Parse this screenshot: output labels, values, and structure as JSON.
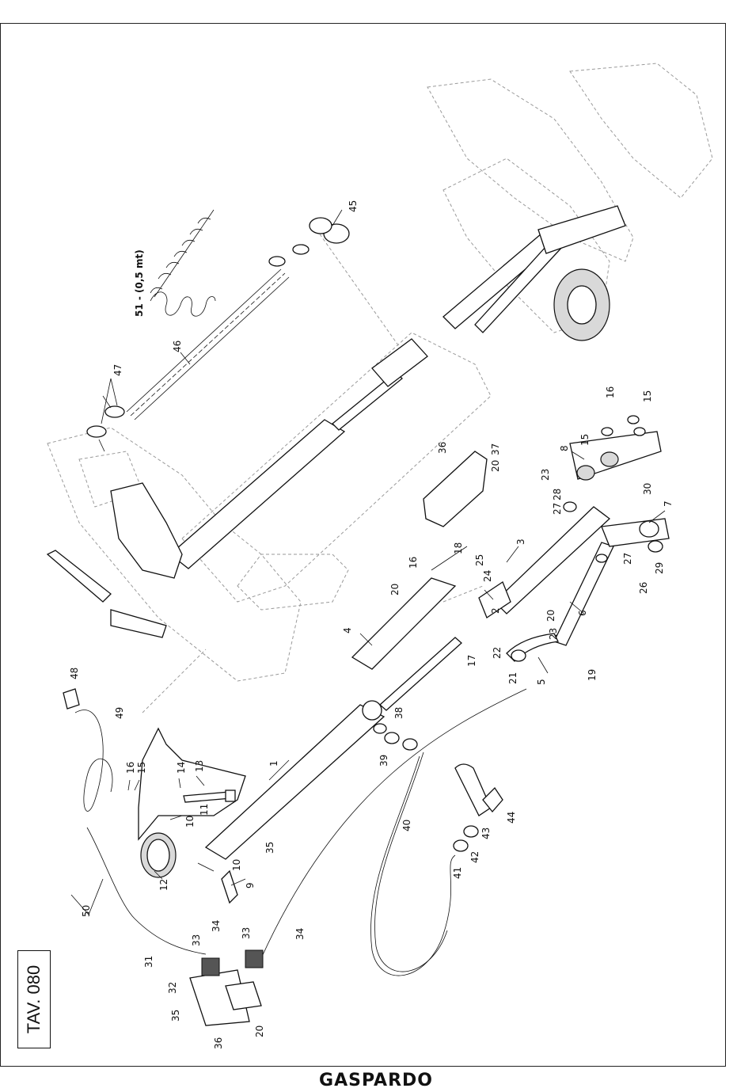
{
  "table_label": "TAV. 080",
  "brand": "GASPARDO",
  "spring_label": "51 - (0,5 mt)",
  "callouts": [
    "1",
    "2",
    "3",
    "4",
    "5",
    "6",
    "7",
    "8",
    "9",
    "10",
    "10",
    "11",
    "12",
    "13",
    "14",
    "15",
    "15",
    "15",
    "16",
    "16",
    "16",
    "17",
    "18",
    "19",
    "20",
    "20",
    "20",
    "20",
    "21",
    "22",
    "23",
    "23",
    "24",
    "25",
    "26",
    "27",
    "27",
    "28",
    "29",
    "30",
    "31",
    "32",
    "33",
    "33",
    "34",
    "34",
    "35",
    "35",
    "36",
    "36",
    "37",
    "38",
    "39",
    "40",
    "41",
    "42",
    "43",
    "44",
    "45",
    "46",
    "47",
    "48",
    "49",
    "50"
  ]
}
